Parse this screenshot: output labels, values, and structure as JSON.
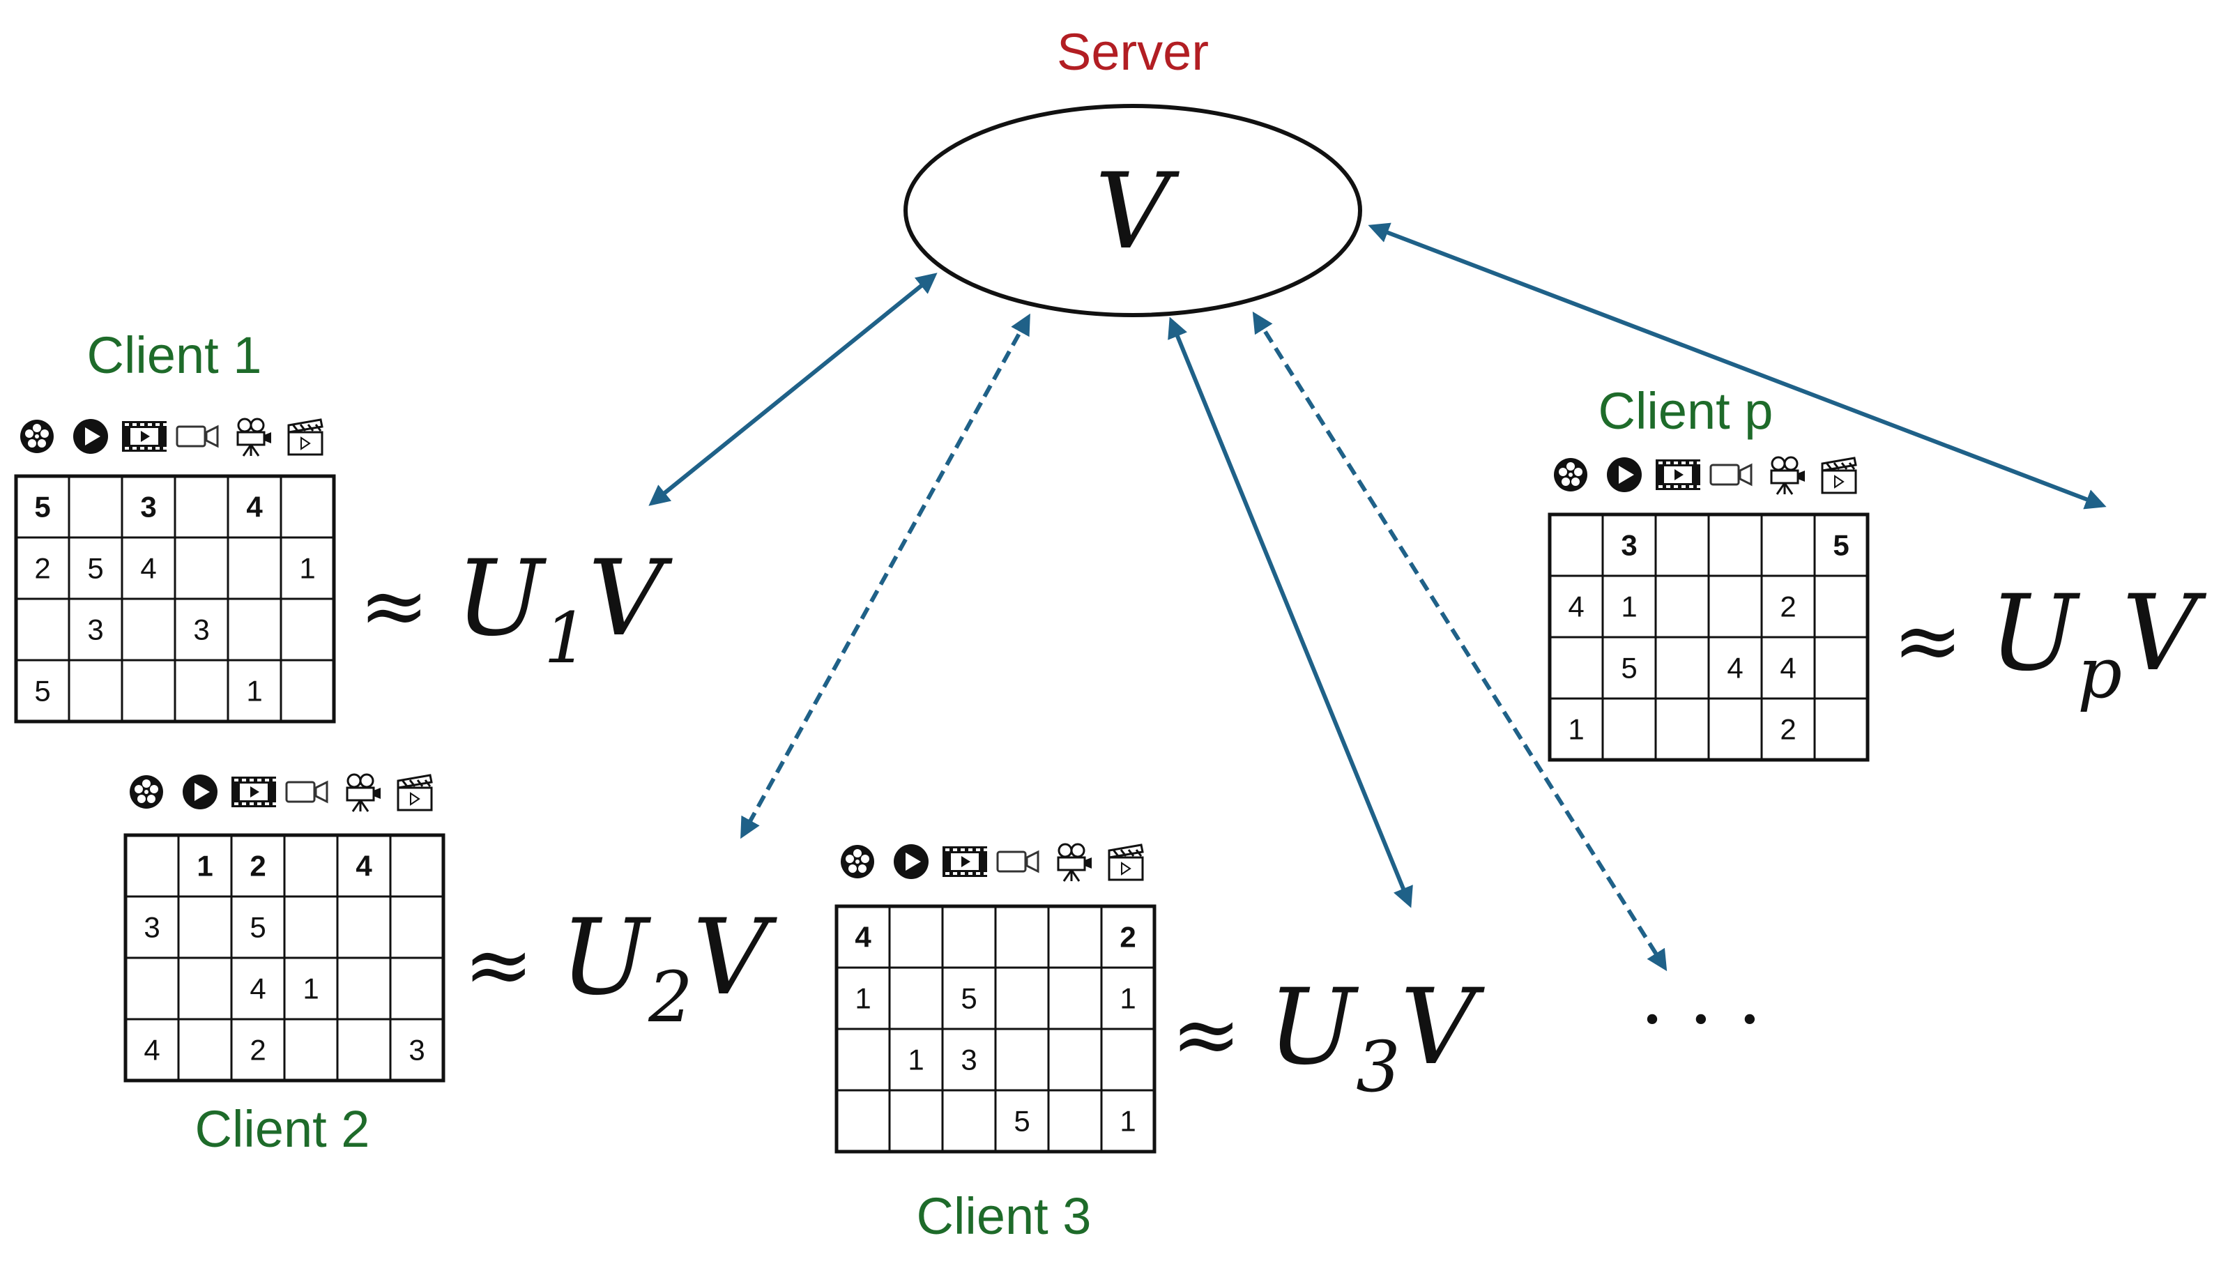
{
  "server": {
    "label": "Server",
    "variable": "V",
    "label_color": "#b21e23",
    "ellipse_stroke": "#111111"
  },
  "colors": {
    "client_label": "#1e6b2a",
    "arrow": "#1f6188",
    "grid_line": "#111111"
  },
  "icons": [
    "film-reel-icon",
    "play-button-icon",
    "film-strip-icon",
    "video-camera-icon",
    "movie-camera-icon",
    "clapperboard-icon"
  ],
  "clients": [
    {
      "id": "client1",
      "label": "Client 1",
      "approx_symbol": "≈",
      "factor_base": "U",
      "factor_sub": "1",
      "factor_tail": "V",
      "arrow_style": "solid",
      "rows": [
        [
          {
            "v": "5",
            "b": true
          },
          {
            "v": ""
          },
          {
            "v": "3",
            "b": true
          },
          {
            "v": ""
          },
          {
            "v": "4",
            "b": true
          },
          {
            "v": ""
          }
        ],
        [
          {
            "v": "2"
          },
          {
            "v": "5"
          },
          {
            "v": "4"
          },
          {
            "v": ""
          },
          {
            "v": ""
          },
          {
            "v": "1"
          }
        ],
        [
          {
            "v": ""
          },
          {
            "v": "3"
          },
          {
            "v": ""
          },
          {
            "v": "3"
          },
          {
            "v": ""
          },
          {
            "v": ""
          }
        ],
        [
          {
            "v": "5"
          },
          {
            "v": ""
          },
          {
            "v": ""
          },
          {
            "v": ""
          },
          {
            "v": "1"
          },
          {
            "v": ""
          }
        ]
      ]
    },
    {
      "id": "client2",
      "label": "Client 2",
      "approx_symbol": "≈",
      "factor_base": "U",
      "factor_sub": "2",
      "factor_tail": "V",
      "arrow_style": "dashed",
      "rows": [
        [
          {
            "v": ""
          },
          {
            "v": "1",
            "b": true
          },
          {
            "v": "2",
            "b": true
          },
          {
            "v": ""
          },
          {
            "v": "4",
            "b": true
          },
          {
            "v": ""
          }
        ],
        [
          {
            "v": "3"
          },
          {
            "v": ""
          },
          {
            "v": "5"
          },
          {
            "v": ""
          },
          {
            "v": ""
          },
          {
            "v": ""
          }
        ],
        [
          {
            "v": ""
          },
          {
            "v": ""
          },
          {
            "v": "4"
          },
          {
            "v": "1"
          },
          {
            "v": ""
          },
          {
            "v": ""
          }
        ],
        [
          {
            "v": "4"
          },
          {
            "v": ""
          },
          {
            "v": "2"
          },
          {
            "v": ""
          },
          {
            "v": ""
          },
          {
            "v": "3"
          }
        ]
      ]
    },
    {
      "id": "client3",
      "label": "Client 3",
      "approx_symbol": "≈",
      "factor_base": "U",
      "factor_sub": "3",
      "factor_tail": "V",
      "arrow_style": "solid",
      "rows": [
        [
          {
            "v": "4",
            "b": true
          },
          {
            "v": ""
          },
          {
            "v": ""
          },
          {
            "v": ""
          },
          {
            "v": ""
          },
          {
            "v": "2",
            "b": true
          }
        ],
        [
          {
            "v": "1"
          },
          {
            "v": ""
          },
          {
            "v": "5"
          },
          {
            "v": ""
          },
          {
            "v": ""
          },
          {
            "v": "1"
          }
        ],
        [
          {
            "v": ""
          },
          {
            "v": "1"
          },
          {
            "v": "3"
          },
          {
            "v": ""
          },
          {
            "v": ""
          },
          {
            "v": ""
          }
        ],
        [
          {
            "v": ""
          },
          {
            "v": ""
          },
          {
            "v": ""
          },
          {
            "v": "5"
          },
          {
            "v": ""
          },
          {
            "v": "1"
          }
        ]
      ]
    },
    {
      "id": "clientp",
      "label": "Client p",
      "approx_symbol": "≈",
      "factor_base": "U",
      "factor_sub": "p",
      "factor_tail": "V",
      "arrow_style": "solid",
      "rows": [
        [
          {
            "v": ""
          },
          {
            "v": "3",
            "b": true
          },
          {
            "v": ""
          },
          {
            "v": ""
          },
          {
            "v": ""
          },
          {
            "v": "5",
            "b": true
          }
        ],
        [
          {
            "v": "4"
          },
          {
            "v": "1"
          },
          {
            "v": ""
          },
          {
            "v": ""
          },
          {
            "v": "2"
          },
          {
            "v": ""
          }
        ],
        [
          {
            "v": ""
          },
          {
            "v": "5"
          },
          {
            "v": ""
          },
          {
            "v": "4"
          },
          {
            "v": "4"
          },
          {
            "v": ""
          }
        ],
        [
          {
            "v": "1"
          },
          {
            "v": ""
          },
          {
            "v": ""
          },
          {
            "v": ""
          },
          {
            "v": "2"
          },
          {
            "v": ""
          }
        ]
      ]
    }
  ],
  "ellipsis": "· · ·",
  "extra_dashed_arrow_style": "dashed"
}
